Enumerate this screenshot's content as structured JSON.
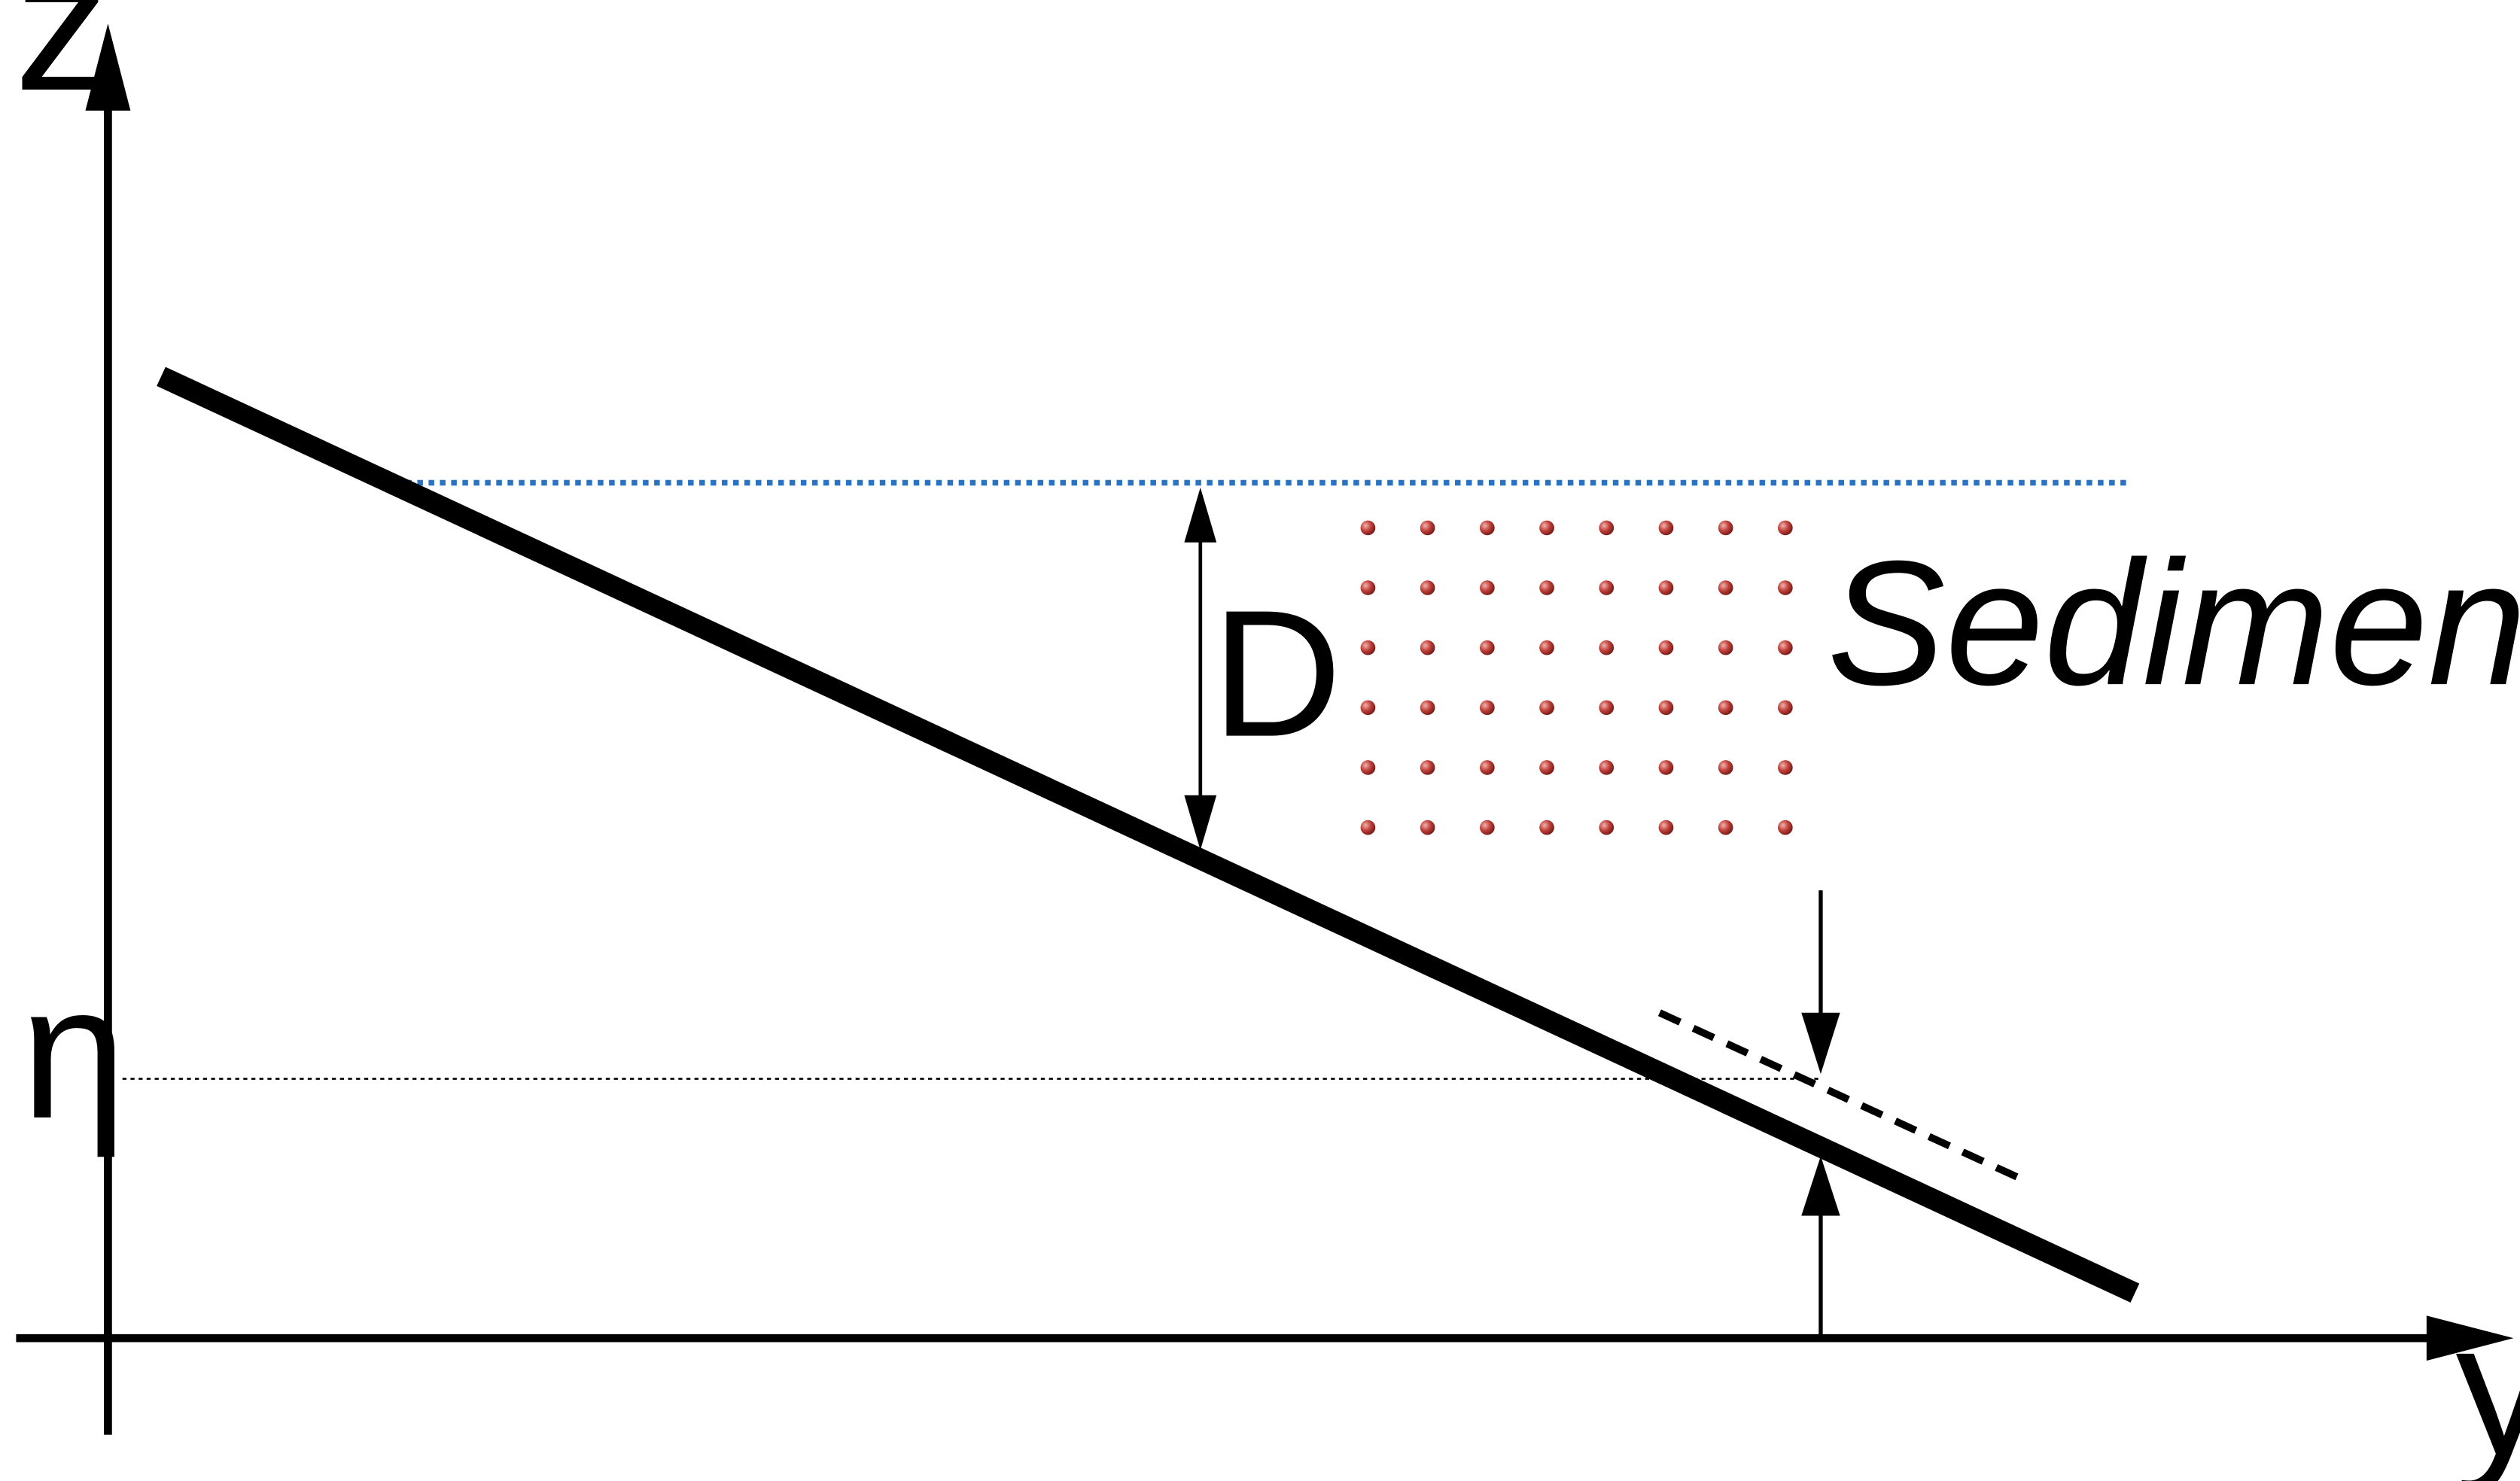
{
  "labels": {
    "z_axis": "z",
    "y_axis": "y",
    "depth": "D",
    "eta": "η",
    "sediment": "Sediment  ρ"
  },
  "colors": {
    "ink": "#000000",
    "water_surface": "#2a73c2",
    "sediment_particle": "#c0403a"
  },
  "sediment_grid": {
    "rows": 6,
    "columns": 8
  }
}
